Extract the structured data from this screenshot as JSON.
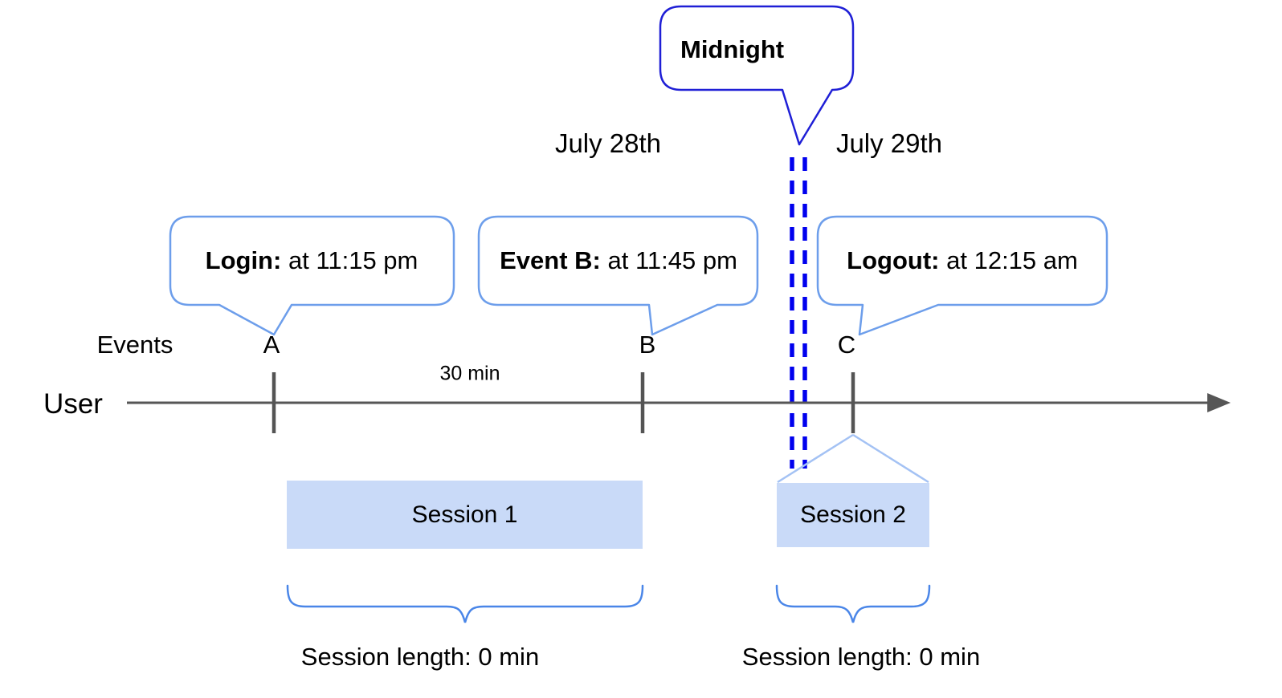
{
  "diagram": {
    "dates": {
      "left_day": "July 28th",
      "right_day": "July 29th"
    },
    "midnight": {
      "label": "Midnight"
    },
    "axis": {
      "events_label": "Events",
      "user_label": "User",
      "interval_label": "30 min"
    },
    "events": [
      {
        "tick": "A",
        "callout_title": "Login:",
        "callout_detail": "at 11:15 pm"
      },
      {
        "tick": "B",
        "callout_title": "Event B:",
        "callout_detail": "at 11:45 pm"
      },
      {
        "tick": "C",
        "callout_title": "Logout:",
        "callout_detail": "at 12:15 am"
      }
    ],
    "sessions": [
      {
        "label": "Session 1",
        "length_label": "Session length: 0 min"
      },
      {
        "label": "Session 2",
        "length_label": "Session length: 0 min"
      }
    ],
    "colors": {
      "callout_border": "#6d9eeb",
      "midnight_border": "#1f1fd6",
      "midnight_dash": "#0000ee",
      "session_fill": "#c9daf8",
      "funnel_line": "#a4c2f4",
      "brace": "#4a86e8",
      "axis_gray": "#565656"
    }
  }
}
